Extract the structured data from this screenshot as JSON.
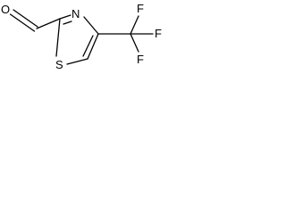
{
  "molecule": {
    "atoms": {
      "oxygen": "O",
      "nitrogen": "N",
      "sulfur": "S",
      "fluorine_1": "F",
      "fluorine_2": "F",
      "fluorine_3": "F"
    }
  },
  "colors": {
    "bond": "#000000",
    "label": "#000000",
    "background": "#ffffff"
  }
}
